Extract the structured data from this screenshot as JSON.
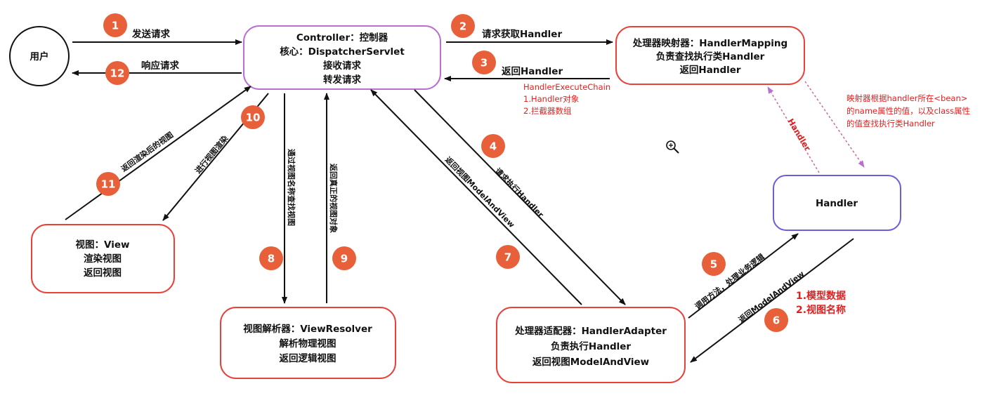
{
  "nodes": {
    "user": {
      "lines": [
        "用户"
      ]
    },
    "controller": {
      "lines": [
        "Controller：控制器",
        "核心：DispatcherServlet",
        "接收请求",
        "转发请求"
      ]
    },
    "handler_mapping": {
      "lines": [
        "处理器映射器：HandlerMapping",
        "负责查找执行类Handler",
        "返回Handler"
      ]
    },
    "handler": {
      "lines": [
        "Handler"
      ]
    },
    "view": {
      "lines": [
        "视图：View",
        "渲染视图",
        "返回视图"
      ]
    },
    "view_resolver": {
      "lines": [
        "视图解析器：ViewResolver",
        "解析物理视图",
        "返回逻辑视图"
      ]
    },
    "handler_adapter": {
      "lines": [
        "处理器适配器：HandlerAdapter",
        "负责执行Handler",
        "返回视图ModelAndView"
      ]
    }
  },
  "edges": {
    "e1": "发送请求",
    "e2": "请求获取Handler",
    "e3": "返回Handler",
    "e4": "请求执行Handler",
    "e5": "调用方法，处理业务逻辑",
    "e6": "返回ModelAndView",
    "e7": "返回视图ModelAndView",
    "e8": "通过视图名称查找视图",
    "e9": "返回真正的视图对象",
    "e10": "进行视图渲染",
    "e11": "返回渲染后的视图",
    "e12": "响应请求",
    "handler_dotted": "Handler"
  },
  "steps": [
    "1",
    "2",
    "3",
    "4",
    "5",
    "6",
    "7",
    "8",
    "9",
    "10",
    "11",
    "12"
  ],
  "annotations": {
    "execute_chain": [
      "HandlerExecuteChain",
      "1.Handler对象",
      "2.拦截器数组"
    ],
    "mapping_note": [
      "映射器根据handler所在<bean>",
      "的name属性的值，以及class属性",
      "的值查找执行类Handler"
    ],
    "model_note": [
      "1.模型数据",
      "2.视图名称"
    ]
  },
  "colors": {
    "box_red": "#e8413a",
    "box_purple": "#b86fd0",
    "box_blue": "#6b5fd8",
    "step_orange": "#e8603a",
    "text_red": "#e02020",
    "dotted_pink": "#c86aa0"
  },
  "icons": {
    "zoom": "zoom-in-icon"
  }
}
